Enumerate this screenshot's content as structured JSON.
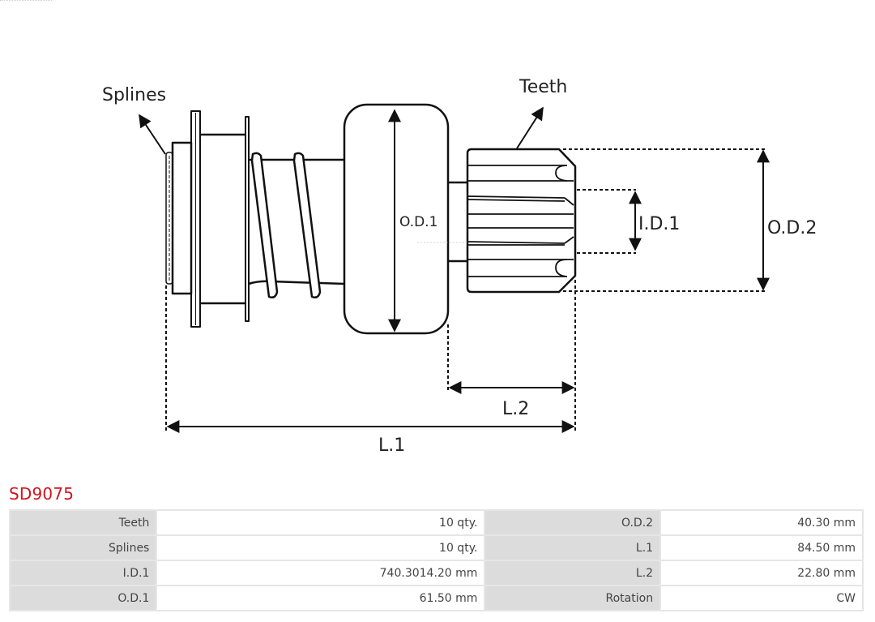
{
  "diagram": {
    "labels": {
      "splines": "Splines",
      "teeth": "Teeth",
      "od1": "O.D.1",
      "id1": "I.D.1",
      "od2": "O.D.2",
      "l1": "L.1",
      "l2": "L.2"
    }
  },
  "product": {
    "code": "SD9075",
    "accent_color": "#d0141e"
  },
  "specs": {
    "rows": [
      {
        "k1": "Teeth",
        "v1": "10 qty.",
        "k2": "O.D.2",
        "v2": "40.30 mm"
      },
      {
        "k1": "Splines",
        "v1": "10 qty.",
        "k2": "L.1",
        "v2": "84.50 mm"
      },
      {
        "k1": "I.D.1",
        "v1": "740.3014.20 mm",
        "k2": "L.2",
        "v2": "22.80 mm"
      },
      {
        "k1": "O.D.1",
        "v1": "61.50 mm",
        "k2": "Rotation",
        "v2": "CW"
      }
    ]
  }
}
